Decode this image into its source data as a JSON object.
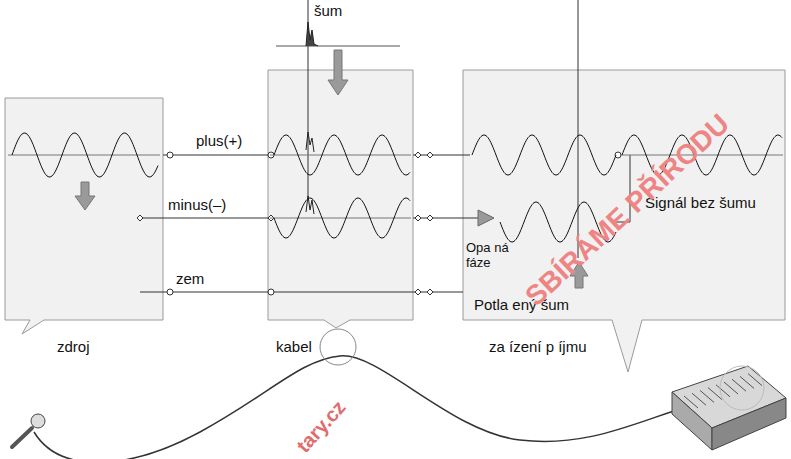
{
  "diagram": {
    "nodes": [
      {
        "text": [
          "zdroj"
        ]
      },
      {
        "text": [
          "kabel"
        ]
      },
      {
        "text": [
          "za ízení p íjmu"
        ]
      }
    ],
    "labels": [
      "šum",
      "plus(+)",
      "minus(–)",
      "zem",
      "Signál bez šumu",
      "Opa ná fáze",
      "Potla ený šum",
      "SBÍRÁME PŘÍRODU",
      "tary.cz"
    ]
  }
}
